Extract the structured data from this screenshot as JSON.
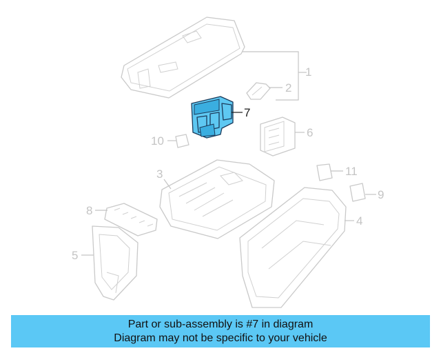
{
  "diagram": {
    "callouts": {
      "c1": "1",
      "c2": "2",
      "c3": "3",
      "c4": "4",
      "c5": "5",
      "c6": "6",
      "c7": "7",
      "c8": "8",
      "c9": "9",
      "c10": "10",
      "c11": "11"
    },
    "highlighted_part": "7",
    "colors": {
      "highlight": "#5ec8f2",
      "banner": "#5bc8f5",
      "faded": "#c4c4c4"
    }
  },
  "banner": {
    "line1": "Part or sub-assembly is #7 in diagram",
    "line2": "Diagram may not be specific to your vehicle"
  }
}
